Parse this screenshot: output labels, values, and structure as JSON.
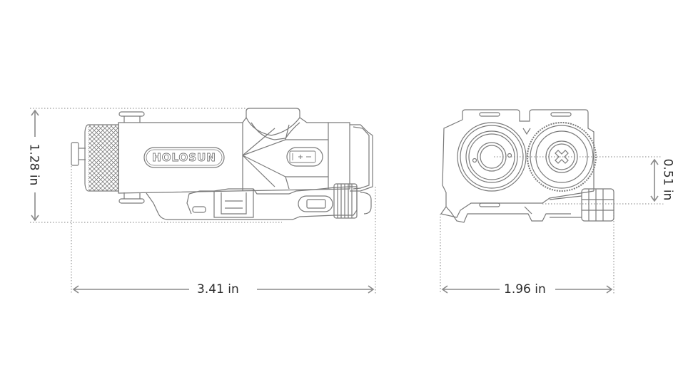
{
  "diagram": {
    "type": "product-dimension-drawing",
    "colors": {
      "line": "#7a7a7a",
      "dim_line": "#8a8a8a",
      "dotted": "#9a9a9a",
      "text": "#2b2b2b",
      "background": "#ffffff"
    },
    "side_view": {
      "brand_logo": "HOLOSUN",
      "battery_icon": "battery-plus-minus-icon",
      "height_label": "1.28 in",
      "length_label": "3.41 in"
    },
    "front_view": {
      "width_label": "1.96 in",
      "offset_label": "0.51 in"
    }
  }
}
